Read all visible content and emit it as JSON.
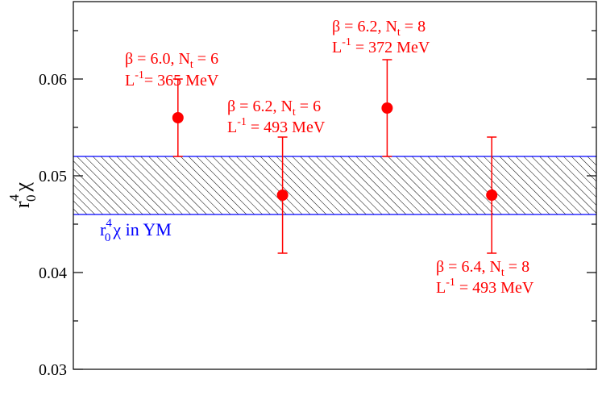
{
  "chart_data": {
    "type": "scatter",
    "ylabel": {
      "base": "r",
      "sub": "0",
      "sup": "4",
      "tail": "χ"
    },
    "ylim": [
      0.03,
      0.068
    ],
    "yticks": [
      {
        "value": 0.03,
        "label": "0.03"
      },
      {
        "value": 0.04,
        "label": "0.04"
      },
      {
        "value": 0.05,
        "label": "0.05"
      },
      {
        "value": 0.06,
        "label": "0.06"
      }
    ],
    "xlim": [
      0,
      5
    ],
    "points": [
      {
        "x": 1,
        "y": 0.056,
        "ylow": 0.052,
        "yhigh": 0.06,
        "line1": {
          "a": "β = 6.0, N",
          "sub": "t",
          "b": " = 6"
        },
        "line2": {
          "a": "L",
          "sup": "-1",
          "b": "= 365 MeV"
        }
      },
      {
        "x": 2,
        "y": 0.048,
        "ylow": 0.042,
        "yhigh": 0.054,
        "line1": {
          "a": "β = 6.2, N",
          "sub": "t",
          "b": " = 6"
        },
        "line2": {
          "a": "L",
          "sup": "-1",
          "b": " = 493 MeV"
        }
      },
      {
        "x": 3,
        "y": 0.057,
        "ylow": 0.052,
        "yhigh": 0.062,
        "line1": {
          "a": "β = 6.2, N",
          "sub": "t",
          "b": " = 8"
        },
        "line2": {
          "a": "L",
          "sup": "-1",
          "b": " = 372 MeV"
        }
      },
      {
        "x": 4,
        "y": 0.048,
        "ylow": 0.042,
        "yhigh": 0.054,
        "line1": {
          "a": "β = 6.4, N",
          "sub": "t",
          "b": " = 8"
        },
        "line2": {
          "a": "L",
          "sup": "-1",
          "b": " = 493 MeV"
        }
      }
    ],
    "band": {
      "ymin": 0.046,
      "ymax": 0.052,
      "label": {
        "base": "r",
        "sub": "0",
        "sup": "4",
        "tail": "χ in YM"
      }
    },
    "colors": {
      "points": "#ff0000",
      "band": "#0000ff",
      "hatch": "#000000",
      "axes": "#000000"
    }
  }
}
